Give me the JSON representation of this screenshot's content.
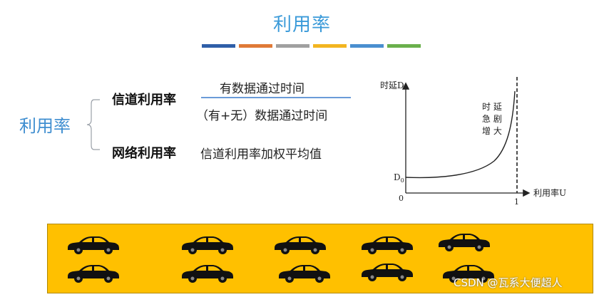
{
  "title": "利用率",
  "color_bars": [
    "#2f5fa8",
    "#e07a37",
    "#a0a0a0",
    "#f2b520",
    "#4a8fd0",
    "#6ab04c"
  ],
  "left_label": "利用率",
  "channel": {
    "label": "信道利用率",
    "numerator": "有数据通过时间",
    "denominator": "（有+无）数据通过时间"
  },
  "network": {
    "label": "网络利用率",
    "formula": "信道利用率加权平均值"
  },
  "graph": {
    "y_axis_label": "时延D",
    "x_axis_label": "利用率U",
    "origin_label": "0",
    "d0_label": "D",
    "d0_sub": "0",
    "x_tick_label": "1",
    "annotation_lines": [
      "时 延",
      "急 剧",
      "增 大"
    ]
  },
  "cars": {
    "top_row_count": 5,
    "bottom_row_count": 5
  },
  "footer": "CSDN @瓦系大便超人"
}
